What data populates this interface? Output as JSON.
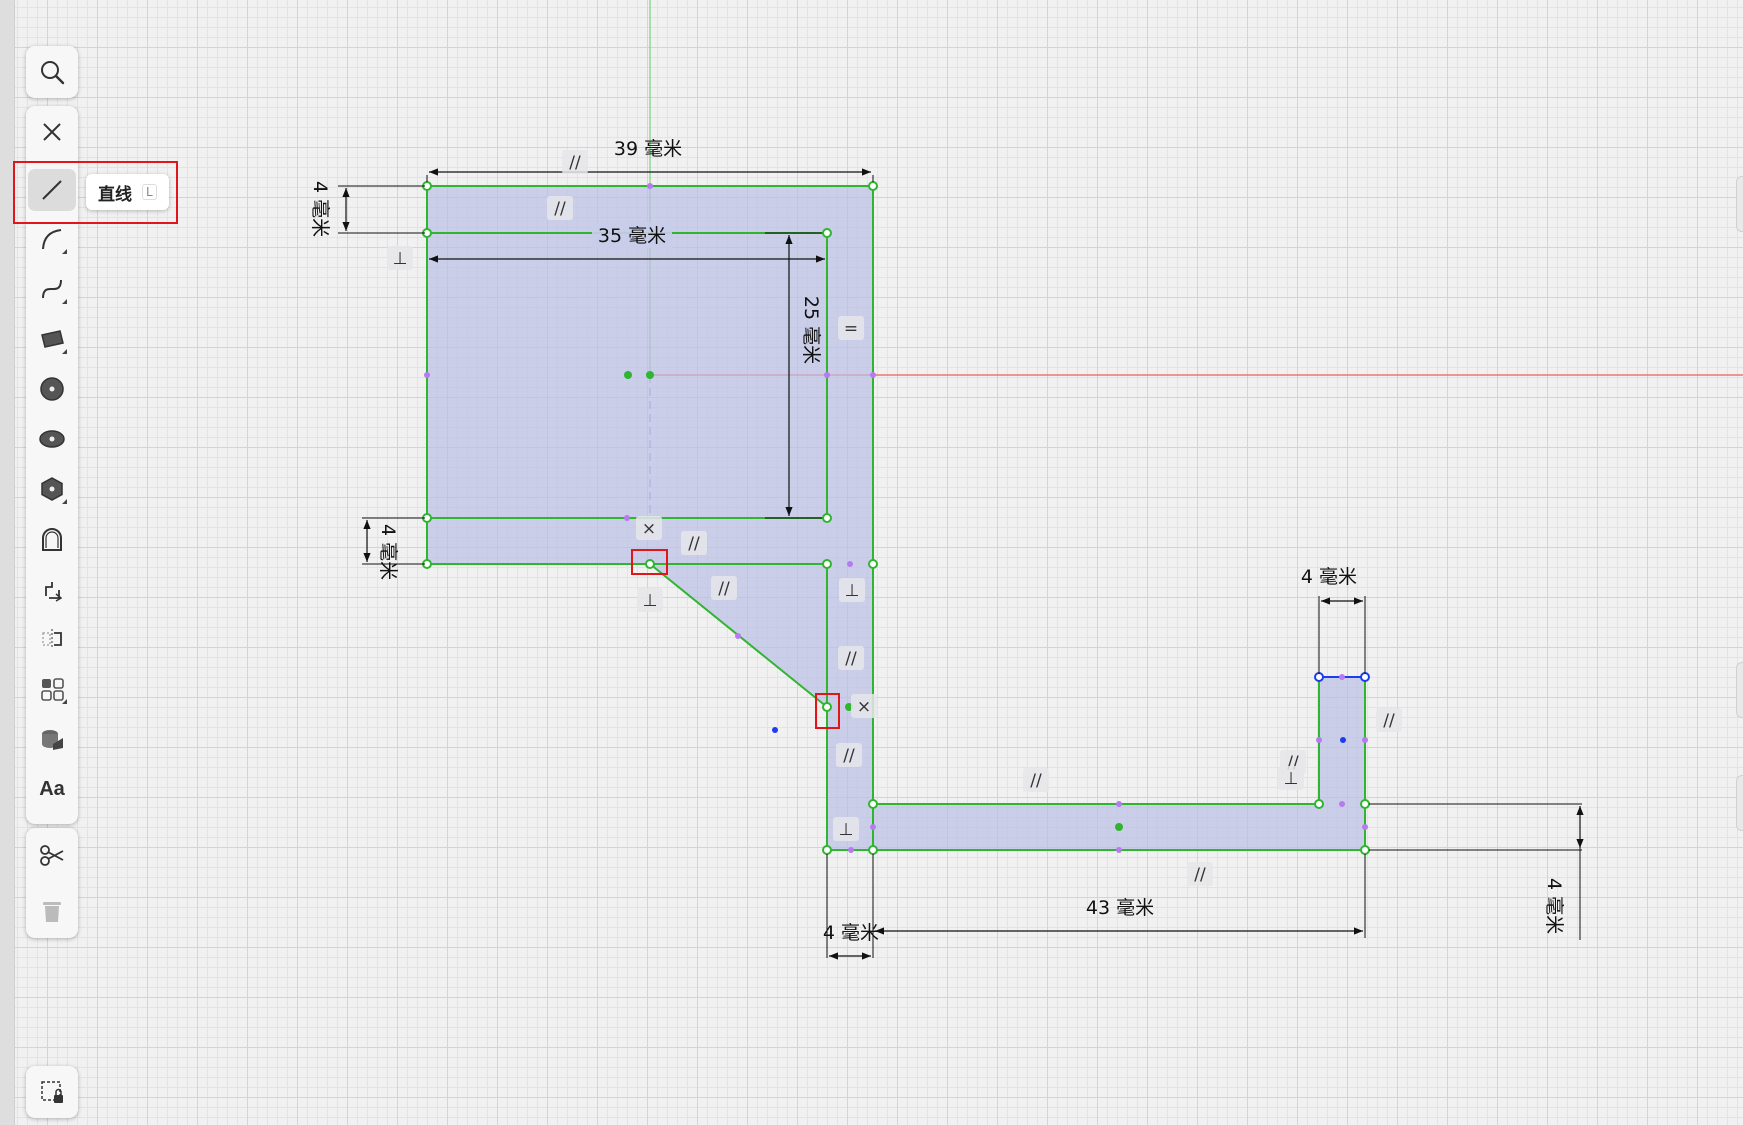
{
  "app": {
    "tooltip": {
      "label": "直线",
      "shortcut": "L"
    }
  },
  "dimensions": {
    "top_width": "39 毫米",
    "inner_width": "35 毫米",
    "inner_height": "25 毫米",
    "top_thickness": "4 毫米",
    "bottom_thickness": "4 毫米",
    "column_width": "4 毫米",
    "base_length": "43 毫米",
    "tab_width": "4 毫米",
    "base_thickness": "4 毫米"
  },
  "constraint_symbols": {
    "parallel": "//",
    "equal": "=",
    "perpendicular": "⊥",
    "coincident": "×"
  },
  "colors": {
    "accent": "#e0161b",
    "sketch_line": "#2fb52f",
    "region_fill": "#b9bfe6",
    "midpoint": "#b57bef",
    "selected": "#1d3cf0",
    "axis_red": "#e86060",
    "axis_green": "#7ed07e"
  },
  "icons": [
    "search-icon",
    "close-icon",
    "line-icon",
    "arc-icon",
    "spline-icon",
    "rectangle-icon",
    "circle-icon",
    "ellipse-icon",
    "polygon-icon",
    "slot-icon",
    "offset-icon",
    "mirror-icon",
    "pattern-icon",
    "project-icon",
    "text-icon",
    "scissors-icon",
    "trash-icon",
    "lock-selection-icon"
  ]
}
